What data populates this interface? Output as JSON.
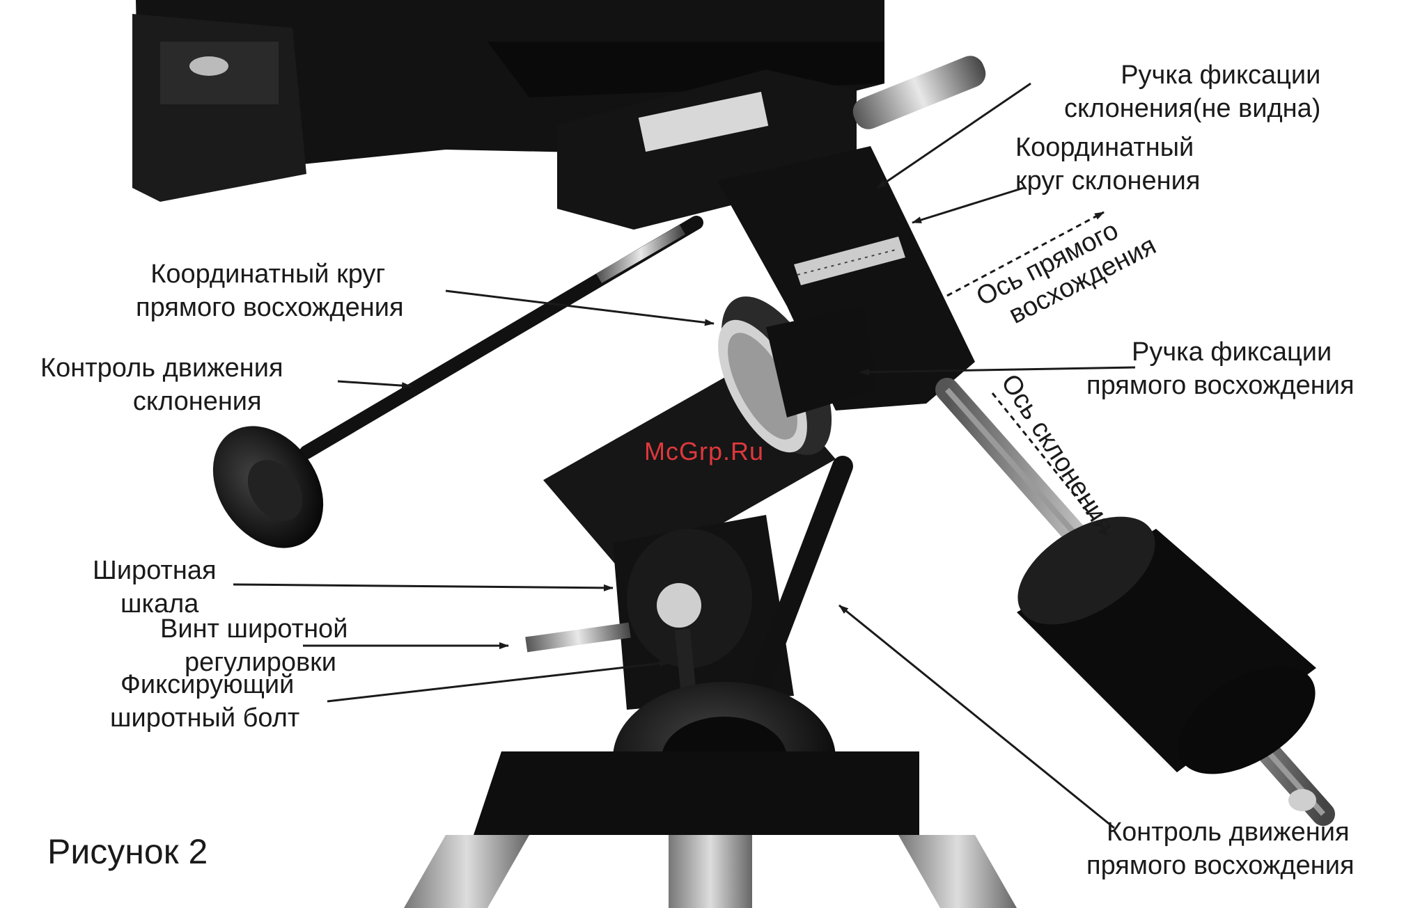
{
  "watermark": "McGrp.Ru",
  "figure_caption": "Рисунок 2",
  "labels": {
    "dec_lock": [
      "Ручка фиксации",
      "склонения(не видна)"
    ],
    "dec_circle": [
      "Координатный",
      "круг склонения"
    ],
    "ra_circle": [
      "Координатный круг",
      "прямого восхождения"
    ],
    "dec_control": [
      "Контроль движения",
      "склонения"
    ],
    "ra_lock": [
      "Ручка фиксации",
      "прямого восхождения"
    ],
    "latitude_scale": [
      "Широтная",
      "шкала"
    ],
    "latitude_screw": [
      "Винт широтной",
      "регулировки"
    ],
    "latitude_bolt": [
      "Фиксирующий",
      "широтный болт"
    ],
    "ra_control": [
      "Контроль движения",
      "прямого восхождения"
    ],
    "ra_axis": [
      "Ось прямого",
      "восхождения"
    ],
    "dec_axis": [
      "Ось склонения"
    ]
  },
  "colors": {
    "text": "#1a1a1a",
    "watermark": "#e0383c",
    "metal_dark": "#151515",
    "metal_light": "#b8b8b8"
  }
}
